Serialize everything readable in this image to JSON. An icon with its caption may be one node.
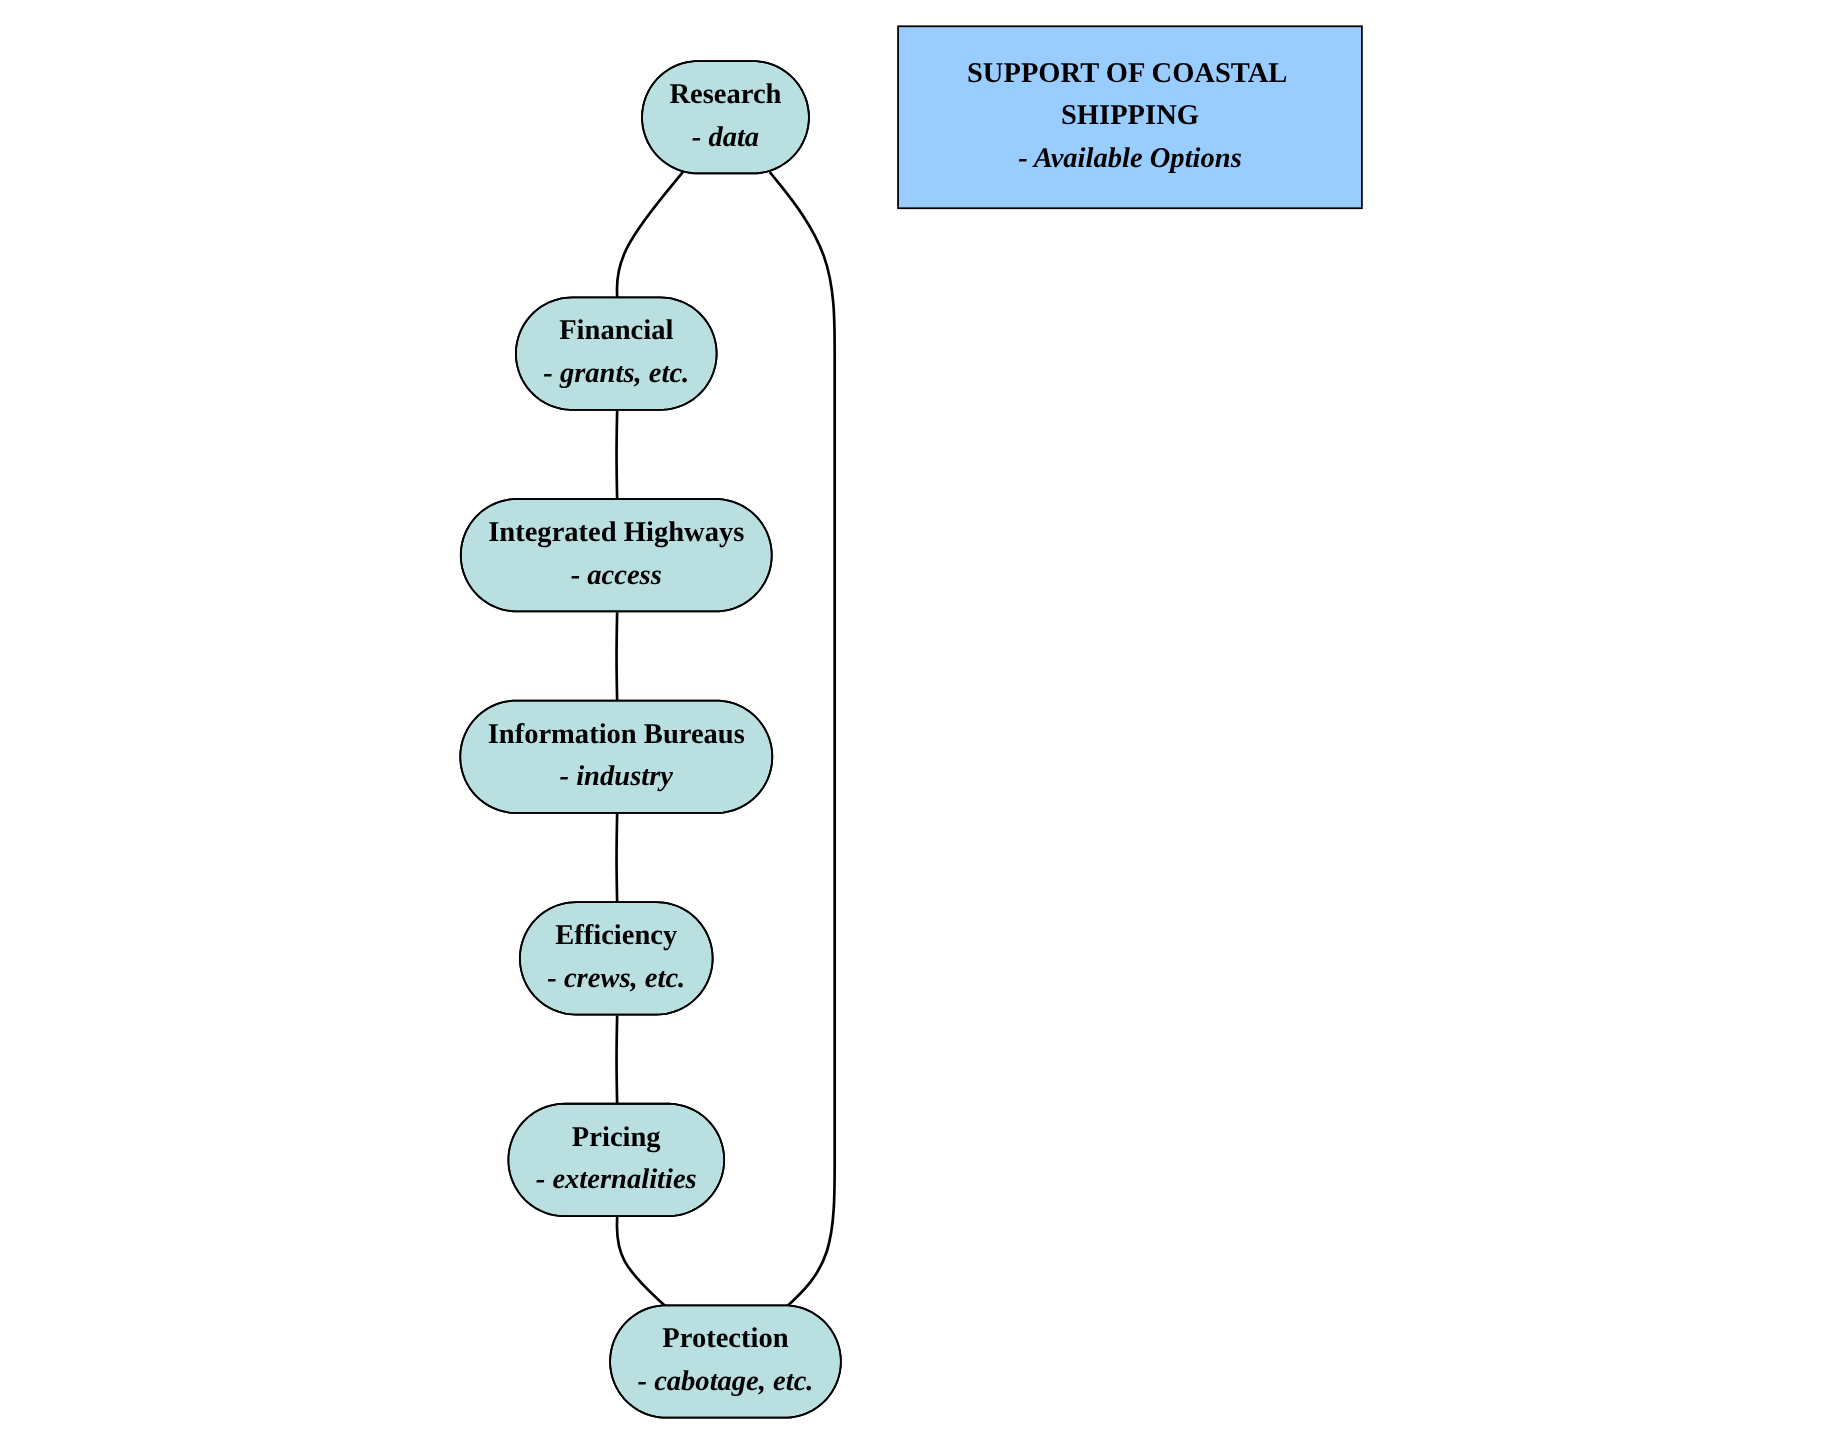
{
  "diagram": {
    "nodes": [
      {
        "text": [
          "Research",
          "- data"
        ]
      },
      {
        "text": [
          "Protection",
          "- cabotage, etc."
        ]
      },
      {
        "text": [
          "Financial",
          "- grants, etc."
        ]
      },
      {
        "text": [
          "SUPPORT OF COASTAL SHIPPING",
          "- Available Options"
        ]
      },
      {
        "text": [
          "Pricing",
          "- externalities"
        ]
      },
      {
        "text": [
          "Integrated Highways",
          "- access"
        ]
      },
      {
        "text": [
          "Efficiency",
          "- crews, etc."
        ]
      },
      {
        "text": [
          "Information Bureaus",
          "- industry"
        ]
      }
    ],
    "edges": [
      {
        "from": 0,
        "to": 2,
        "arrow": "none"
      },
      {
        "from": 2,
        "to": 5,
        "arrow": "none"
      },
      {
        "from": 5,
        "to": 7,
        "arrow": "none"
      },
      {
        "from": 7,
        "to": 6,
        "arrow": "none"
      },
      {
        "from": 6,
        "to": 4,
        "arrow": "none"
      },
      {
        "from": 4,
        "to": 1,
        "arrow": "none"
      },
      {
        "from": 1,
        "to": 0,
        "arrow": "none"
      }
    ]
  }
}
